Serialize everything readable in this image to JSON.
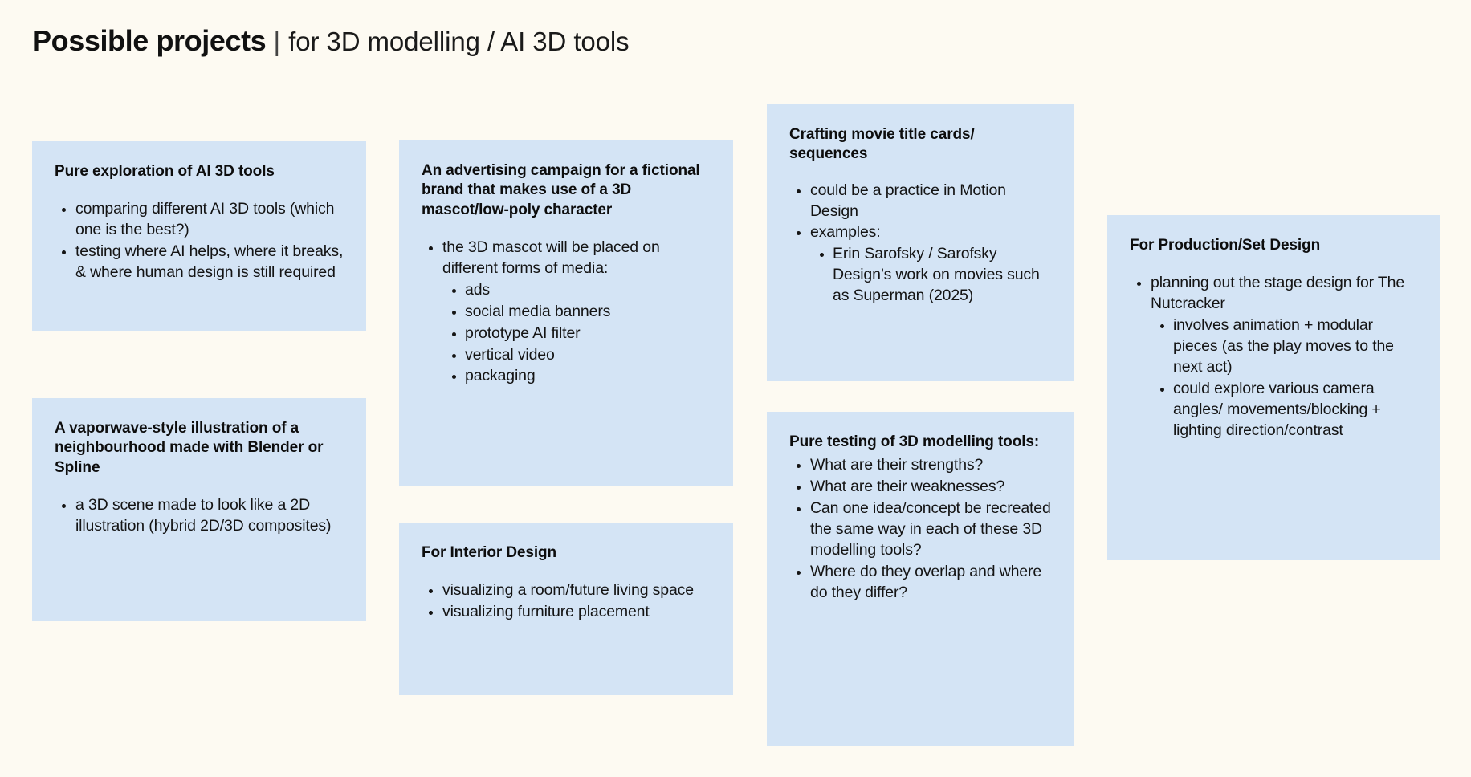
{
  "header": {
    "title_main": "Possible projects",
    "divider": "|",
    "title_sub": "for 3D modelling / AI 3D tools"
  },
  "theme": {
    "background": "#fdfaf2",
    "card_background": "#d4e4f5",
    "text": "#111111"
  },
  "cards": [
    {
      "id": "pure-exploration",
      "title": "Pure exploration of AI 3D tools",
      "bullets": [
        "comparing different AI 3D tools (which one is the best?)",
        "testing where AI helps, where it breaks, & where human design is still required"
      ]
    },
    {
      "id": "vaporwave",
      "title": "A vaporwave-style illustration of a neighbourhood made with Blender or Spline",
      "bullets": [
        "a 3D scene made to look like a 2D illustration (hybrid 2D/3D composites)"
      ]
    },
    {
      "id": "advertising",
      "title": "An advertising campaign for a fictional brand that makes use of a 3D mascot/low-poly character",
      "bullets": [
        {
          "text": "the 3D mascot will be placed on different forms of media:",
          "sub": [
            "ads",
            "social media banners",
            "prototype AI filter",
            "vertical video",
            "packaging"
          ]
        }
      ]
    },
    {
      "id": "interior",
      "title": "For Interior Design",
      "bullets": [
        "visualizing a room/future living space",
        "visualizing furniture placement"
      ]
    },
    {
      "id": "movie-titles",
      "title": "Crafting movie title cards/ sequences",
      "bullets": [
        "could be a practice in Motion Design",
        {
          "text": "examples:",
          "sub": [
            "Erin Sarofsky / Sarofsky Design’s work on movies such as Superman (2025)"
          ]
        }
      ]
    },
    {
      "id": "pure-testing",
      "title": "Pure testing of 3D modelling tools:",
      "bullets": [
        "What are their strengths?",
        "What are their weaknesses?",
        "Can one idea/concept be recreated the same way in each of these 3D modelling tools?",
        "Where do they overlap and where do they differ?"
      ]
    },
    {
      "id": "production",
      "title": "For Production/Set Design",
      "bullets": [
        {
          "text": "planning out the stage design for The Nutcracker",
          "sub": [
            "involves animation + modular pieces (as the play moves to the next act)",
            "could explore various camera angles/ movements/blocking + lighting direction/contrast"
          ]
        }
      ]
    }
  ]
}
